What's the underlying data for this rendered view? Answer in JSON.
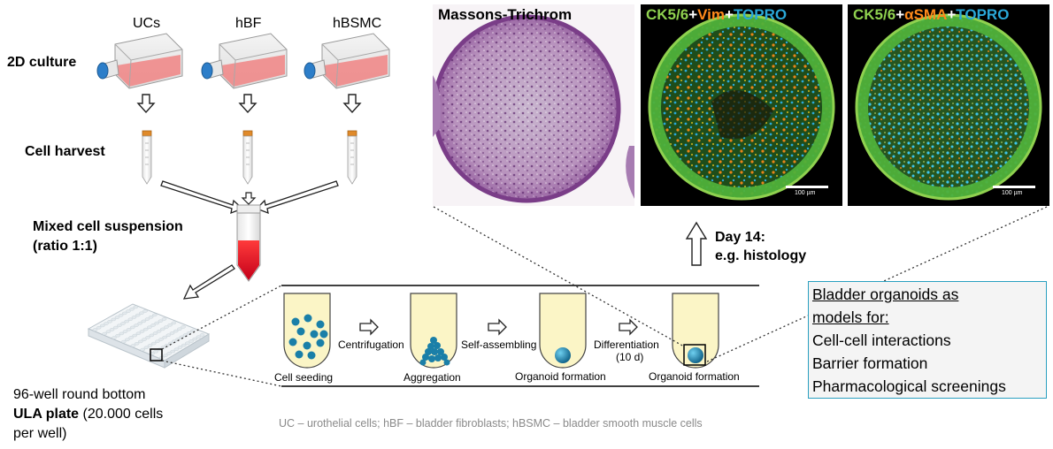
{
  "cells": {
    "uc": "UCs",
    "hbf": "hBF",
    "hbsmc": "hBSMC"
  },
  "steps": {
    "culture": "2D culture",
    "harvest": "Cell harvest",
    "suspension_line1": "Mixed cell suspension",
    "suspension_line2": "(ratio 1:1)"
  },
  "plate": {
    "line1": "96-well round bottom",
    "line2_bold": "ULA plate",
    "line2_rest": " (20.000 cells",
    "line3": "per well)"
  },
  "process": {
    "wells": [
      "Cell seeding",
      "Aggregation",
      "Organoid formation",
      "Organoid formation"
    ],
    "transitions": [
      "Centrifugation",
      "Self-assembling",
      "Differentiation",
      "(10 d)"
    ]
  },
  "day14": {
    "line1": "Day 14:",
    "line2": "e.g. histology"
  },
  "micrographs": {
    "masson": "Massons-Trichrom",
    "panel2": {
      "a": "CK5/6",
      "plus1": "+",
      "b": "Vim",
      "plus2": "+",
      "c": "TOPRO"
    },
    "panel3": {
      "a": "CK5/6",
      "plus1": "+",
      "b": "αSMA",
      "plus2": "+",
      "c": "TOPRO"
    },
    "scale": "100 µm"
  },
  "uses": {
    "line1": "Bladder organoids as",
    "line2": "models for:",
    "items": [
      "Cell-cell interactions",
      "Barrier formation",
      "Pharmacological screenings"
    ]
  },
  "footnote": "UC  – urothelial cells; hBF – bladder fibroblasts; hBSMC  – bladder smooth muscle cells",
  "colors": {
    "ck": "#8fd14f",
    "vim": "#ff8a1a",
    "topro": "#2aa8d8",
    "flask_medium": "#f08a8a",
    "cap": "#2d7ec9",
    "organoid": "#1a7fa8",
    "well_medium": "#fbf5c6"
  }
}
